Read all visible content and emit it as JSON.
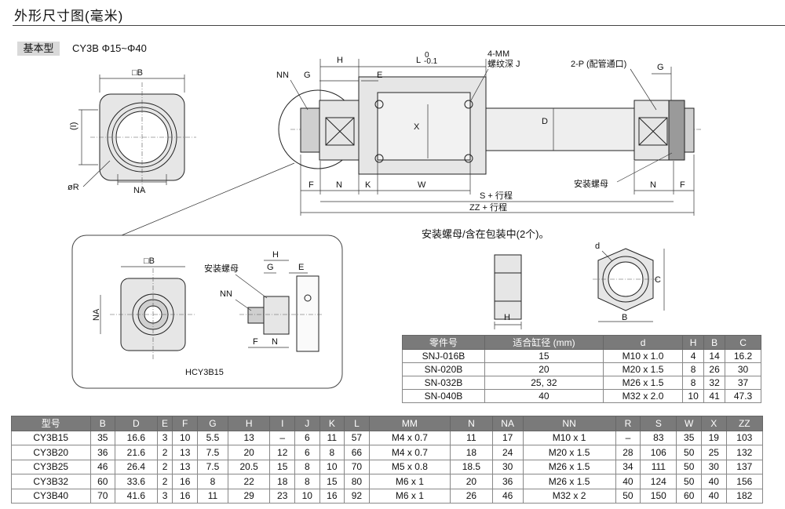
{
  "page_title": "外形尺寸图(毫米)",
  "type_tag": "基本型",
  "type_subtitle": "CY3B Φ15~Φ40",
  "drawing_labels": {
    "end_square_b": "□B",
    "end_i": "(I)",
    "end_r": "øR",
    "end_na": "NA",
    "nn": "NN",
    "g": "G",
    "h": "H",
    "e": "E",
    "l": "L",
    "l_tol_top": "0",
    "l_tol_bottom": "-0.1",
    "mm": "4-MM",
    "mm_depth": "螺纹深 J",
    "port": "2-P (配管通口)",
    "g_right": "G",
    "d": "D",
    "x": "X",
    "f_left": "F",
    "n_left": "N",
    "k": "K",
    "w": "W",
    "s_stroke": "S + 行程",
    "mount_nut": "安装螺母",
    "n_right": "N",
    "f_right": "F",
    "zz_stroke": "ZZ + 行程"
  },
  "detail_labels": {
    "square_b": "□B",
    "na": "NA",
    "h": "H",
    "g": "G",
    "e": "E",
    "mount_nut": "安装螺母",
    "nn": "NN",
    "f": "F",
    "n": "N",
    "model": "HCY3B15"
  },
  "nut_drawing": {
    "caption": "安装螺母/含在包装中(2个)。",
    "h": "H",
    "d": "d",
    "c": "C",
    "b": "B"
  },
  "nut_table": {
    "headers": [
      "零件号",
      "适合缸径 (mm)",
      "d",
      "H",
      "B",
      "C"
    ],
    "rows": [
      [
        "SNJ-016B",
        "15",
        "M10 x 1.0",
        "4",
        "14",
        "16.2"
      ],
      [
        "SN-020B",
        "20",
        "M20 x 1.5",
        "8",
        "26",
        "30"
      ],
      [
        "SN-032B",
        "25, 32",
        "M26 x 1.5",
        "8",
        "32",
        "37"
      ],
      [
        "SN-040B",
        "40",
        "M32 x 2.0",
        "10",
        "41",
        "47.3"
      ]
    ]
  },
  "dim_table": {
    "headers": [
      "型号",
      "B",
      "D",
      "E",
      "F",
      "G",
      "H",
      "I",
      "J",
      "K",
      "L",
      "MM",
      "N",
      "NA",
      "NN",
      "R",
      "S",
      "W",
      "X",
      "ZZ"
    ],
    "rows": [
      [
        "CY3B15",
        "35",
        "16.6",
        "3",
        "10",
        "5.5",
        "13",
        "–",
        "6",
        "11",
        "57",
        "M4 x 0.7",
        "11",
        "17",
        "M10 x 1",
        "–",
        "83",
        "35",
        "19",
        "103"
      ],
      [
        "CY3B20",
        "36",
        "21.6",
        "2",
        "13",
        "7.5",
        "20",
        "12",
        "6",
        "8",
        "66",
        "M4 x 0.7",
        "18",
        "24",
        "M20 x 1.5",
        "28",
        "106",
        "50",
        "25",
        "132"
      ],
      [
        "CY3B25",
        "46",
        "26.4",
        "2",
        "13",
        "7.5",
        "20.5",
        "15",
        "8",
        "10",
        "70",
        "M5 x 0.8",
        "18.5",
        "30",
        "M26 x 1.5",
        "34",
        "111",
        "50",
        "30",
        "137"
      ],
      [
        "CY3B32",
        "60",
        "33.6",
        "2",
        "16",
        "8",
        "22",
        "18",
        "8",
        "15",
        "80",
        "M6 x 1",
        "20",
        "36",
        "M26 x 1.5",
        "40",
        "124",
        "50",
        "40",
        "156"
      ],
      [
        "CY3B40",
        "70",
        "41.6",
        "3",
        "16",
        "11",
        "29",
        "23",
        "10",
        "16",
        "92",
        "M6 x 1",
        "26",
        "46",
        "M32 x 2",
        "50",
        "150",
        "60",
        "40",
        "182"
      ]
    ]
  }
}
